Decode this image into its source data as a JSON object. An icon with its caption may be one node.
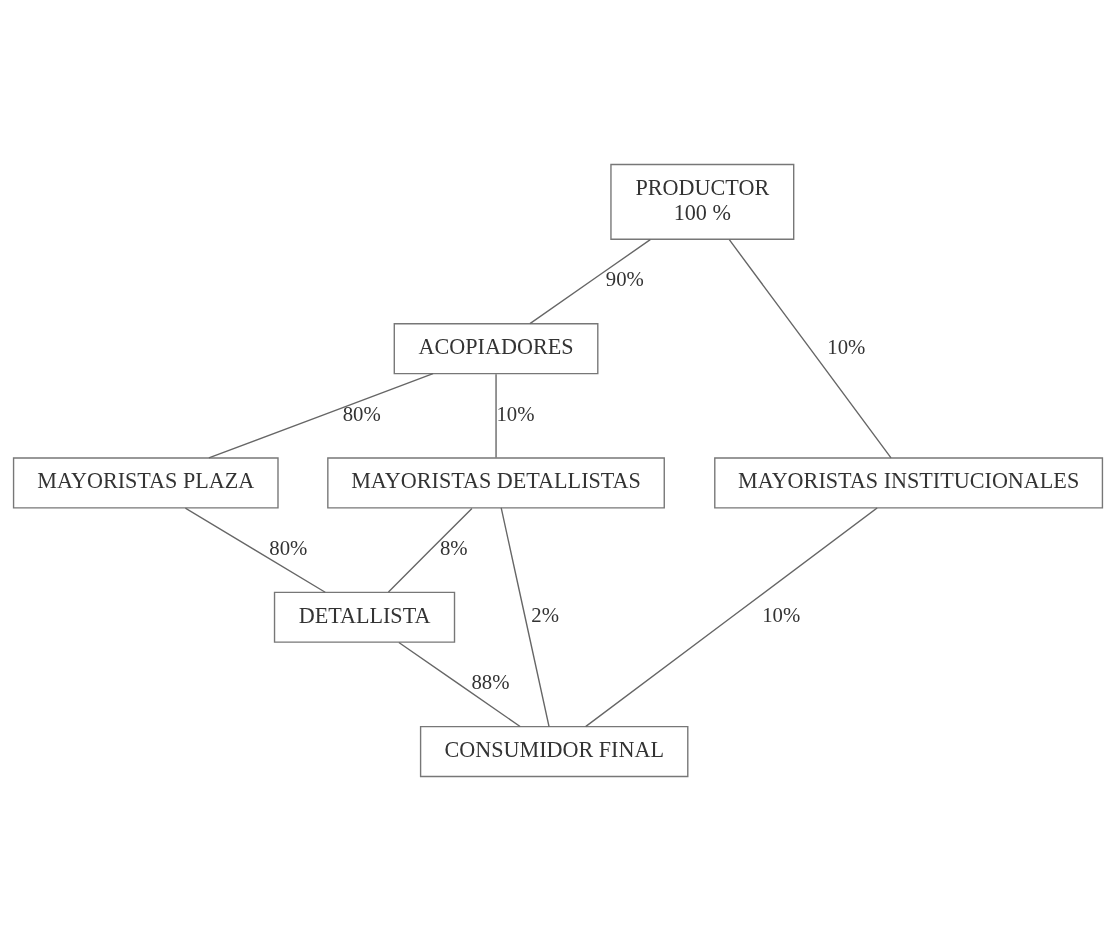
{
  "diagram": {
    "nodes": [
      {
        "text": [
          "PRODUCTOR",
          "100 %"
        ]
      },
      {
        "text": [
          "ACOPIADORES"
        ]
      },
      {
        "text": [
          "MAYORISTAS PLAZA"
        ]
      },
      {
        "text": [
          "MAYORISTAS DETALLISTAS"
        ]
      },
      {
        "text": [
          "MAYORISTAS INSTITUCIONALES"
        ]
      },
      {
        "text": [
          "DETALLISTA"
        ]
      },
      {
        "text": [
          "CONSUMIDOR FINAL"
        ]
      }
    ],
    "edges": [
      {
        "from": 0,
        "to": 1,
        "arrow": "none",
        "label": "90%"
      },
      {
        "from": 0,
        "to": 4,
        "arrow": "none",
        "label": "10%"
      },
      {
        "from": 1,
        "to": 2,
        "arrow": "none",
        "label": "80%"
      },
      {
        "from": 1,
        "to": 3,
        "arrow": "none",
        "label": "10%"
      },
      {
        "from": 2,
        "to": 5,
        "arrow": "none",
        "label": "80%"
      },
      {
        "from": 3,
        "to": 5,
        "arrow": "none",
        "label": "8%"
      },
      {
        "from": 3,
        "to": 6,
        "arrow": "none",
        "label": "2%"
      },
      {
        "from": 4,
        "to": 6,
        "arrow": "none",
        "label": "10%"
      },
      {
        "from": 5,
        "to": 6,
        "arrow": "none",
        "label": "88%"
      }
    ]
  }
}
